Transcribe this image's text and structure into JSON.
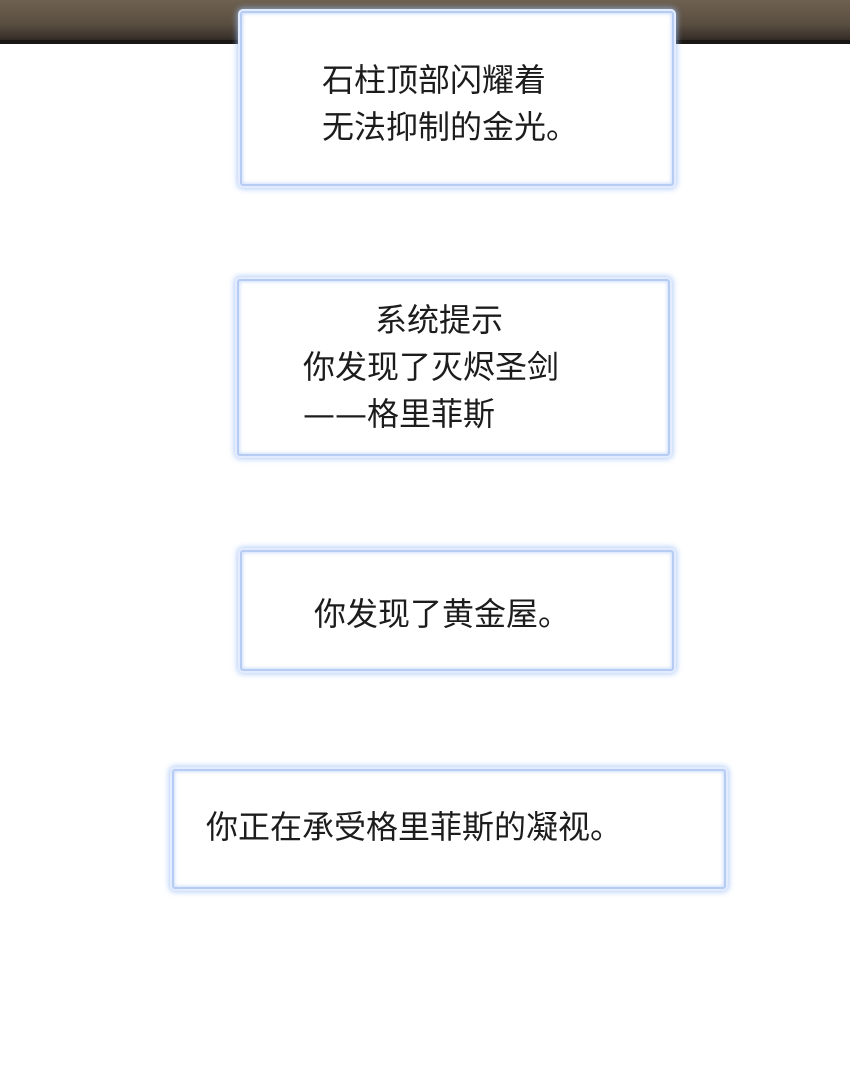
{
  "panels": [
    {
      "id": "panel-1",
      "lines": [
        "石柱顶部闪耀着",
        "无法抑制的金光。"
      ]
    },
    {
      "id": "panel-2",
      "lines": [
        "系统提示",
        "你发现了灭烬圣剑",
        "——格里菲斯"
      ]
    },
    {
      "id": "panel-3",
      "lines": [
        "你发现了黄金屋。"
      ]
    },
    {
      "id": "panel-4",
      "lines": [
        "你正在承受格里菲斯的凝视。"
      ]
    }
  ],
  "colors": {
    "panel_border": "#b6ccf2",
    "panel_glow": "#9bbef5",
    "text": "#1c1c1c",
    "top_strip": "#5a4e41"
  }
}
